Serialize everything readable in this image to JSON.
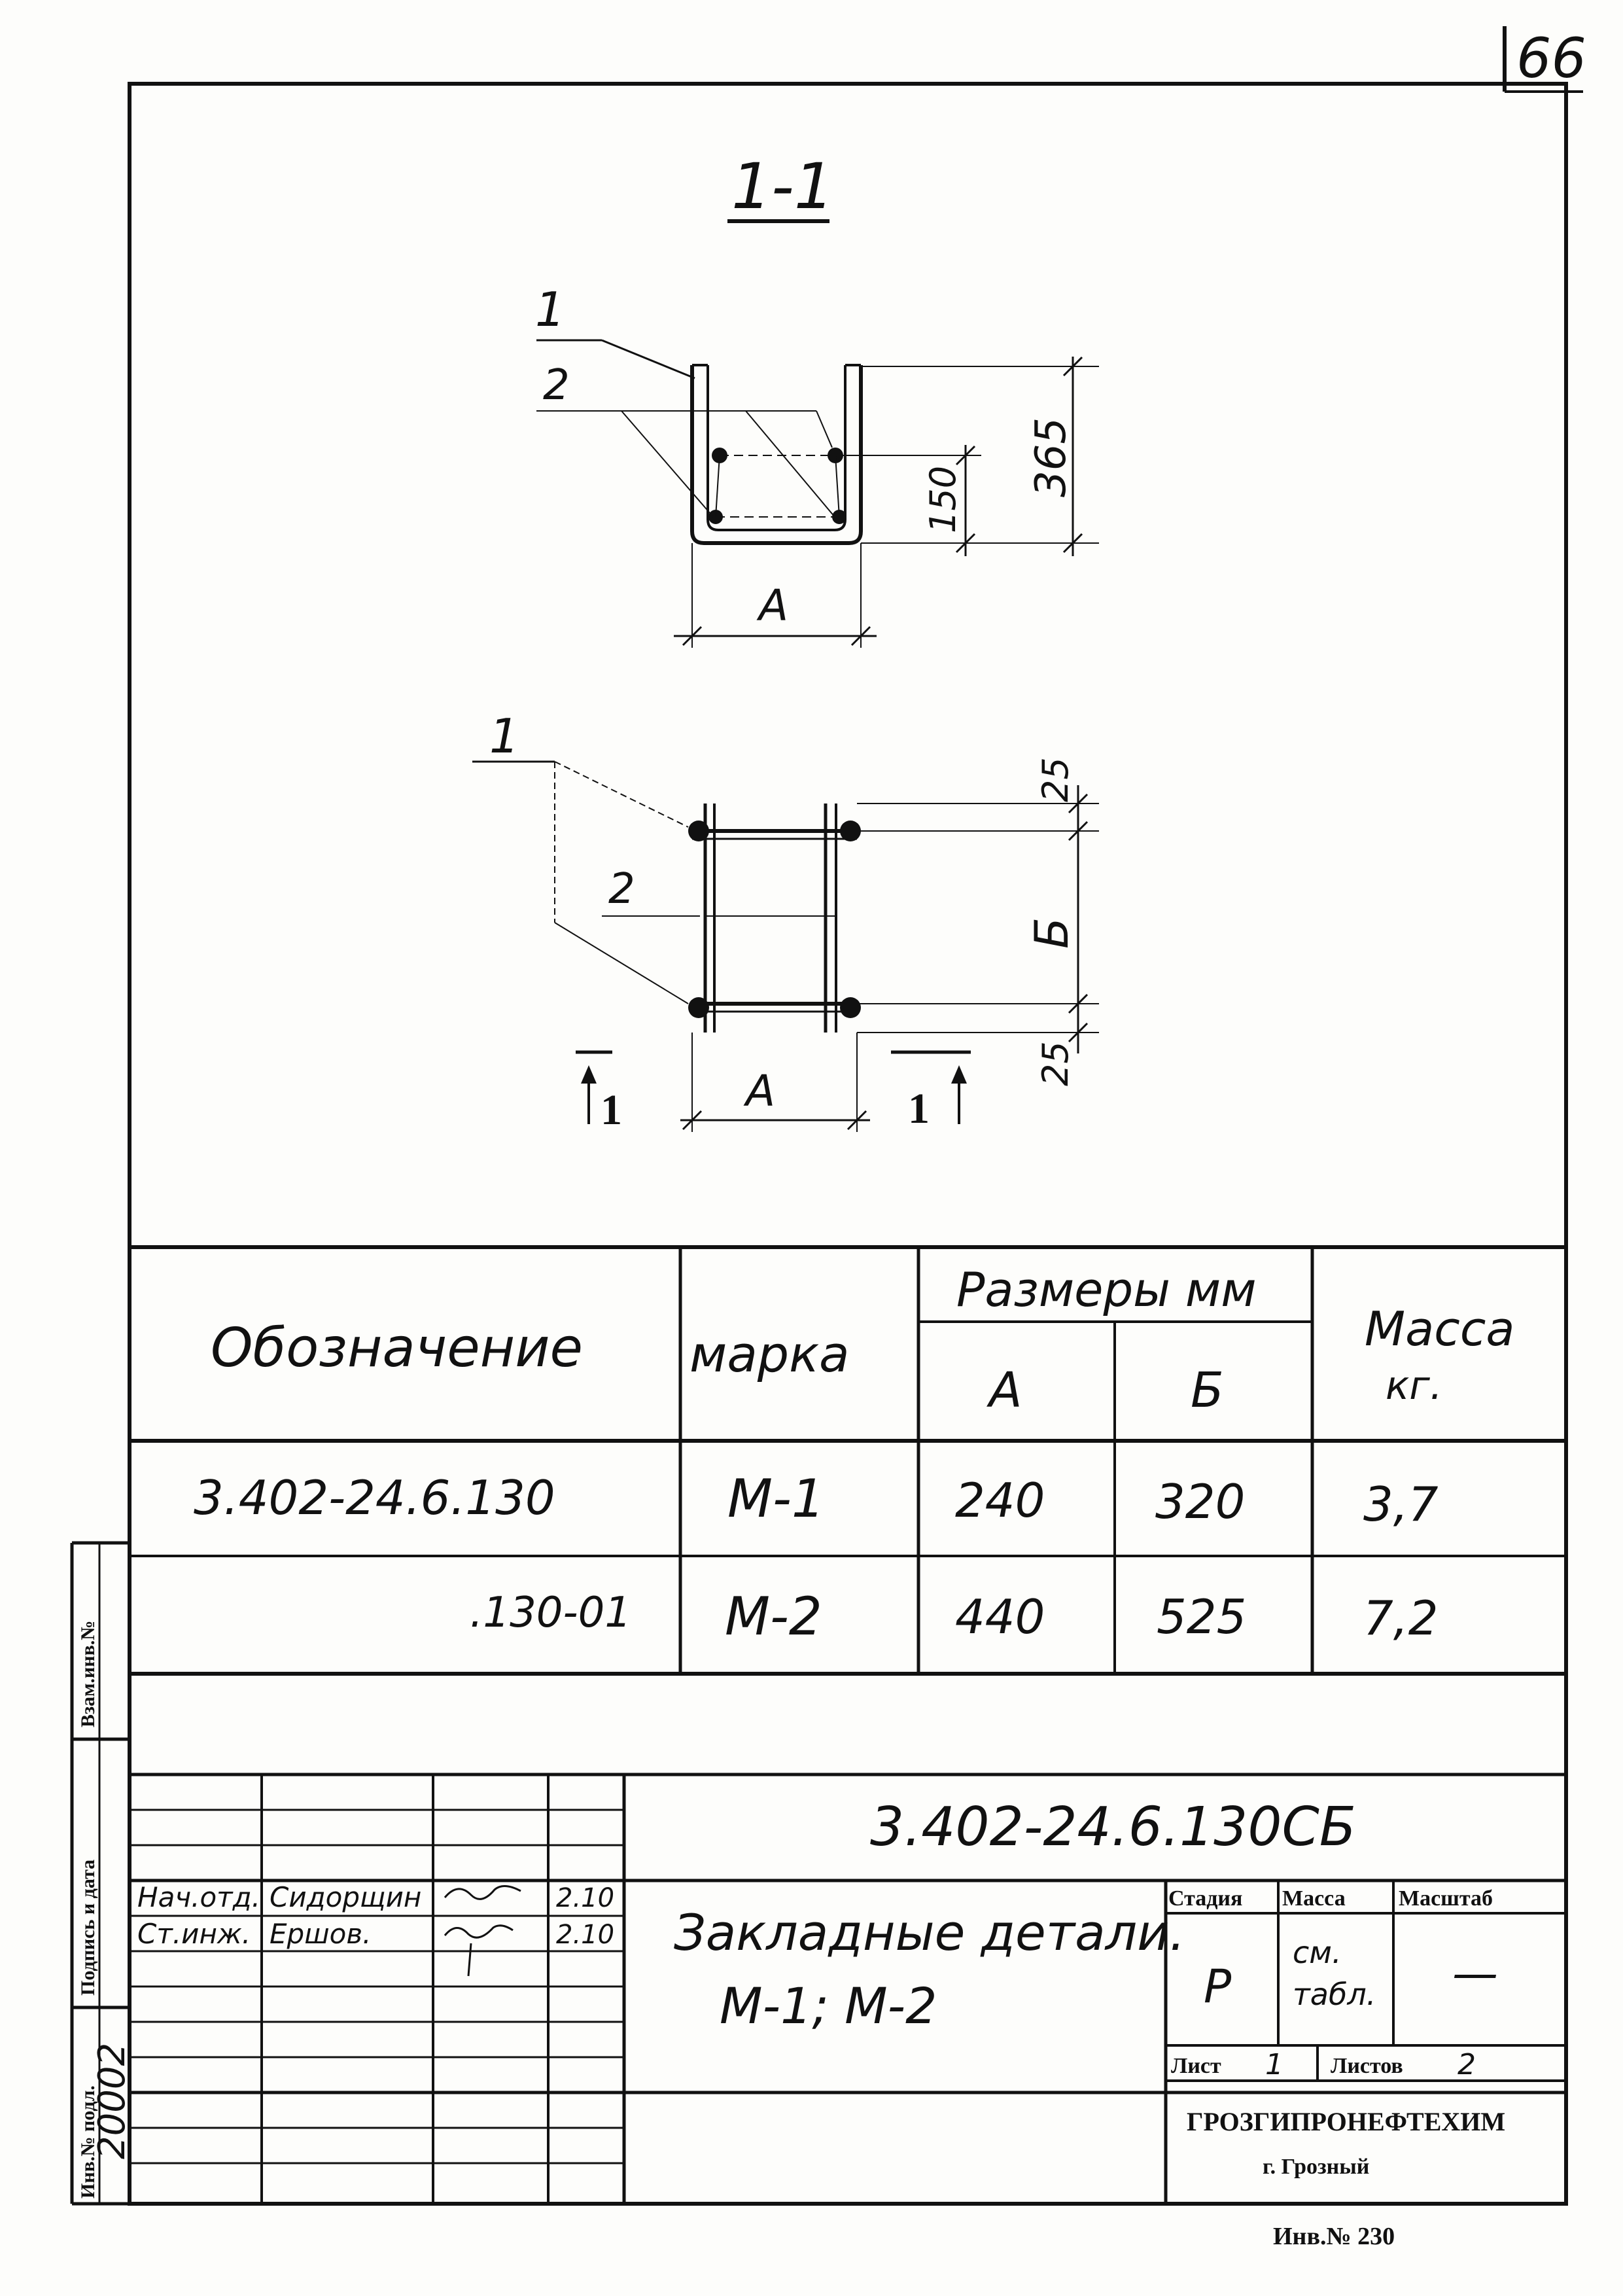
{
  "sheet": {
    "number": "66"
  },
  "section": {
    "title": "1-1",
    "callout1": "1",
    "callout2": "2",
    "dim_150": "150",
    "dim_365": "365",
    "dim_a": "A"
  },
  "plan": {
    "callout1": "1",
    "callout2": "2",
    "dim_25_top": "25",
    "dim_b": "Б",
    "dim_25_bottom": "25",
    "dim_a": "A",
    "marker_left": "1",
    "marker_right": "1"
  },
  "table": {
    "headers": {
      "designation": "Обозначение",
      "mark": "марка",
      "sizes": "Размеры мм",
      "a": "A",
      "b": "Б",
      "mass": "Масса",
      "mass_unit": "кг."
    },
    "rows": [
      {
        "designation": "3.402-24.6.130",
        "mark": "М-1",
        "a": "240",
        "b": "320",
        "mass": "3,7"
      },
      {
        "designation": ".130-01",
        "mark": "М-2",
        "a": "440",
        "b": "525",
        "mass": "7,2"
      }
    ]
  },
  "margin": {
    "inv_sub": "Взам.инв.№",
    "sign_date": "Подпись и дата",
    "inv_orig": "Инв.№ подл.",
    "inv_number": "20002"
  },
  "title_block": {
    "doc_code": "3.402-24.6.130СБ",
    "title_line1": "Закладные детали.",
    "title_line2": "М-1;   М-2",
    "signers": [
      {
        "role": "Нач.отд.",
        "name": "Сидорщин",
        "date": "2.10"
      },
      {
        "role": "Ст.инж.",
        "name": "Ершов.",
        "date": "2.10"
      }
    ],
    "labels": {
      "stage": "Стадия",
      "mass": "Масса",
      "scale": "Масштаб",
      "sheet": "Лист",
      "sheets": "Листов"
    },
    "values": {
      "stage": "Р",
      "mass_line1": "см.",
      "mass_line2": "табл.",
      "scale": "—",
      "sheet": "1",
      "sheets": "2"
    },
    "organization": "ГРОЗГИПРОНЕФТЕХИМ",
    "city": "г. Грозный"
  },
  "footer": {
    "inventory": "Инв.№ 230"
  }
}
